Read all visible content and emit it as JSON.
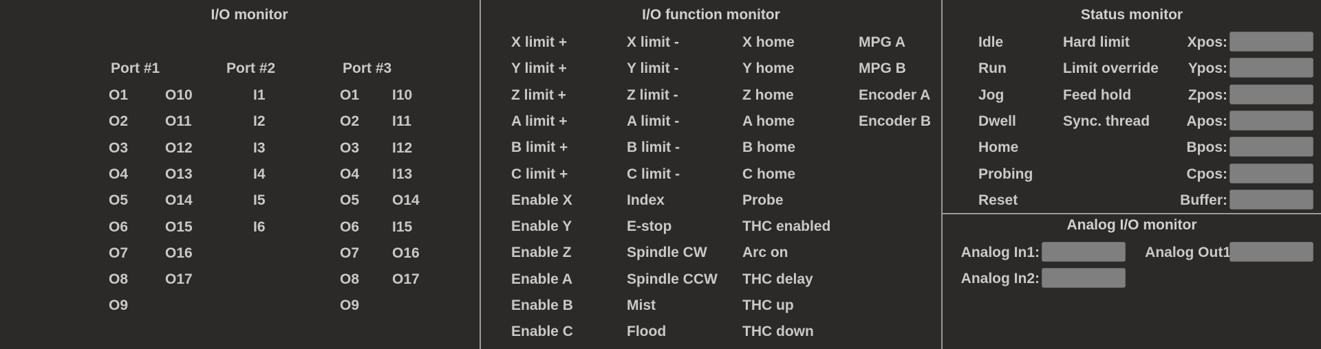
{
  "io_monitor": {
    "title": "I/O monitor",
    "port1": {
      "label": "Port #1",
      "col1": [
        "O1",
        "O2",
        "O3",
        "O4",
        "O5",
        "O6",
        "O7",
        "O8",
        "O9"
      ],
      "col2": [
        "O10",
        "O11",
        "O12",
        "O13",
        "O14",
        "O15",
        "O16",
        "O17"
      ]
    },
    "port2": {
      "label": "Port #2",
      "col1": [
        "I1",
        "I2",
        "I3",
        "I4",
        "I5",
        "I6"
      ]
    },
    "port3": {
      "label": "Port #3",
      "col1": [
        "O1",
        "O2",
        "O3",
        "O4",
        "O5",
        "O6",
        "O7",
        "O8",
        "O9"
      ],
      "col2": [
        "I10",
        "I11",
        "I12",
        "I13",
        "O14",
        "I15",
        "O16",
        "O17"
      ]
    }
  },
  "function_monitor": {
    "title": "I/O function monitor",
    "col1": [
      "X limit +",
      "Y limit +",
      "Z limit +",
      "A limit +",
      "B limit +",
      "C limit +",
      "Enable X",
      "Enable Y",
      "Enable Z",
      "Enable A",
      "Enable B",
      "Enable C"
    ],
    "col2": [
      "X limit -",
      "Y limit -",
      "Z limit -",
      "A limit -",
      "B limit -",
      "C limit -",
      "Index",
      "E-stop",
      "Spindle CW",
      "Spindle CCW",
      "Mist",
      "Flood"
    ],
    "col3": [
      "X home",
      "Y home",
      "Z home",
      "A home",
      "B home",
      "C home",
      "Probe",
      "THC enabled",
      "Arc on",
      "THC delay",
      "THC up",
      "THC down"
    ],
    "col4": [
      "MPG A",
      "MPG B",
      "Encoder A",
      "Encoder B"
    ]
  },
  "status_monitor": {
    "title": "Status monitor",
    "col1": [
      "Idle",
      "Run",
      "Jog",
      "Dwell",
      "Home",
      "Probing",
      "Reset"
    ],
    "col2": [
      "Hard limit",
      "Limit override",
      "Feed hold",
      "Sync. thread"
    ],
    "positions": [
      "Xpos:",
      "Ypos:",
      "Zpos:",
      "Apos:",
      "Bpos:",
      "Cpos:",
      "Buffer:"
    ]
  },
  "analog_monitor": {
    "title": "Analog I/O monitor",
    "in1_label": "Analog In1:",
    "in2_label": "Analog In2:",
    "out1_label": "Analog Out1:"
  }
}
